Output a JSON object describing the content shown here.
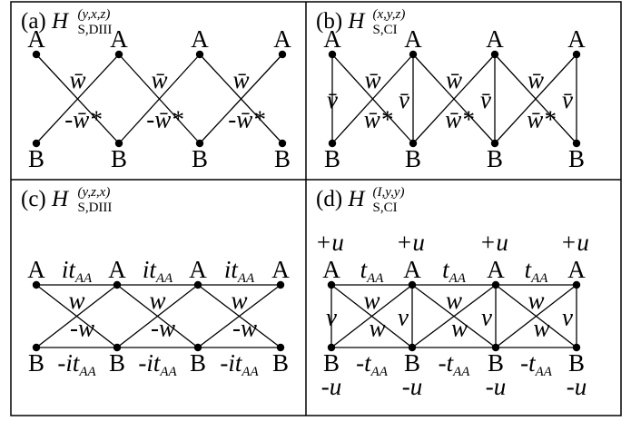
{
  "panels": [
    {
      "id": "a",
      "label": "(a)",
      "symbol": "H",
      "subscript": "S,DIII",
      "superscript": "(y,x,z)",
      "top_sites": [
        "A",
        "A",
        "A",
        "A"
      ],
      "bottom_sites": [
        "B",
        "B",
        "B",
        "B"
      ],
      "top_row_labels": [],
      "bottom_row_labels": [],
      "diag_down_labels": [
        "w̄",
        "w̄",
        "w̄"
      ],
      "diag_up_labels": [
        "-w̄*",
        "-w̄*",
        "-w̄*"
      ],
      "vertical_labels": [],
      "onsite_top": [],
      "onsite_bottom": []
    },
    {
      "id": "b",
      "label": "(b)",
      "symbol": "H",
      "subscript": "S,CI",
      "superscript": "(x,y,z)",
      "top_sites": [
        "A",
        "A",
        "A",
        "A"
      ],
      "bottom_sites": [
        "B",
        "B",
        "B",
        "B"
      ],
      "top_row_labels": [],
      "bottom_row_labels": [],
      "diag_down_labels": [
        "w̄",
        "w̄",
        "w̄"
      ],
      "diag_up_labels": [
        "w̄*",
        "w̄*",
        "w̄*"
      ],
      "vertical_labels": [
        "v̄",
        "v̄",
        "v̄",
        "v̄"
      ],
      "onsite_top": [],
      "onsite_bottom": []
    },
    {
      "id": "c",
      "label": "(c)",
      "symbol": "H",
      "subscript": "S,DIII",
      "superscript": "(y,z,x)",
      "top_sites": [
        "A",
        "A",
        "A",
        "A"
      ],
      "bottom_sites": [
        "B",
        "B",
        "B",
        "B"
      ],
      "top_row_labels": [
        "it",
        "it",
        "it"
      ],
      "top_row_sub": "AA",
      "bottom_row_labels": [
        "-it",
        "-it",
        "-it"
      ],
      "bottom_row_sub": "AA",
      "diag_down_labels": [
        "w",
        "w",
        "w"
      ],
      "diag_up_labels": [
        "-w",
        "-w",
        "-w"
      ],
      "vertical_labels": [],
      "onsite_top": [],
      "onsite_bottom": []
    },
    {
      "id": "d",
      "label": "(d)",
      "symbol": "H",
      "subscript": "S,CI",
      "superscript": "(I,y,y)",
      "top_sites": [
        "A",
        "A",
        "A",
        "A"
      ],
      "bottom_sites": [
        "B",
        "B",
        "B",
        "B"
      ],
      "top_row_labels": [
        "t",
        "t",
        "t"
      ],
      "top_row_sub": "AA",
      "bottom_row_labels": [
        "-t",
        "-t",
        "-t"
      ],
      "bottom_row_sub": "AA",
      "diag_down_labels": [
        "w",
        "w",
        "w"
      ],
      "diag_up_labels": [
        "w",
        "w",
        "w"
      ],
      "vertical_labels": [
        "v",
        "v",
        "v",
        "v"
      ],
      "onsite_top": [
        "+u",
        "+u",
        "+u",
        "+u"
      ],
      "onsite_bottom": [
        "-u",
        "-u",
        "-u",
        "-u"
      ]
    }
  ]
}
